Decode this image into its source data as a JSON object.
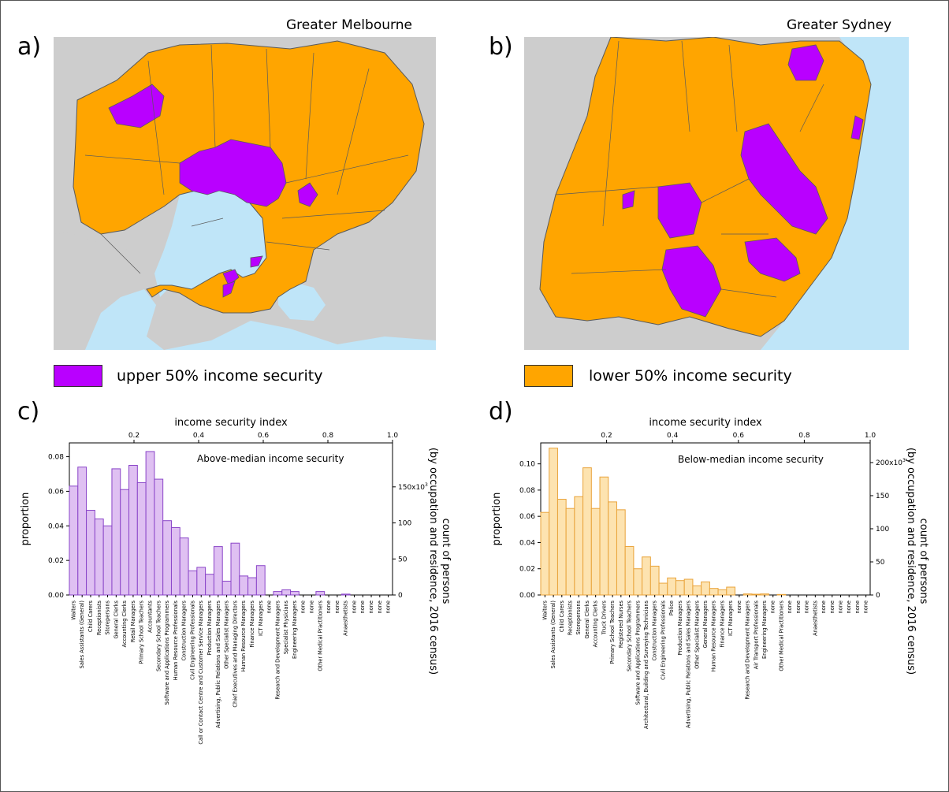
{
  "colors": {
    "upper": "#B900FF",
    "lower": "#FFA500",
    "upper_fill": "#DFC0F2",
    "upper_stroke": "#8A45C8",
    "lower_fill": "#FDE3B0",
    "lower_stroke": "#E9A33A",
    "water": "#BFE5F8",
    "land_bg": "#CDCDCD",
    "region_border": "#5A5A5A"
  },
  "panels": {
    "a": {
      "letter": "a)",
      "city": "Greater Melbourne"
    },
    "b": {
      "letter": "b)",
      "city": "Greater Sydney"
    },
    "c": {
      "letter": "c)"
    },
    "d": {
      "letter": "d)"
    }
  },
  "legend": {
    "upper_label": "upper 50% income security",
    "lower_label": "lower 50% income security"
  },
  "chart_data": [
    {
      "type": "bar",
      "panel": "c",
      "title": "Above-median income security",
      "top_axis_label": "income security index",
      "top_ticks": [
        "0.2",
        "0.4",
        "0.6",
        "0.8",
        "1.0"
      ],
      "top_tick_values": [
        0.2,
        0.4,
        0.6,
        0.8,
        1.0
      ],
      "ylabel": "proportion",
      "yticks": [
        "0.00",
        "0.02",
        "0.04",
        "0.06",
        "0.08"
      ],
      "ylim": [
        0,
        0.088
      ],
      "right_label_line1": "count of persons",
      "right_label_line2": "(by occupation and residence, 2016 census)",
      "right_ticks": [
        "0",
        "50",
        "100",
        "150x10³"
      ],
      "right_tick_values": [
        0,
        50,
        100,
        150
      ],
      "right_scale_per_unit": 0.000417,
      "categories": [
        "Waiters",
        "Sales Assistants (General)",
        "Child Carers",
        "Receptionists",
        "Storepersons",
        "General Clerks",
        "Accounting Clerks",
        "Retail Managers",
        "Primary School Teachers",
        "Accountants",
        "Secondary School Teachers",
        "Software and Applications Programmers",
        "Human Resource Professionals",
        "Construction Managers",
        "Civil Engineering Professionals",
        "Call or Contact Centre and Customer Service Managers",
        "Production Managers",
        "Advertising, Public Relations and Sales Managers",
        "Other Specialist Managers",
        "Chief Executives and Managing Directors",
        "Human Resource Managers",
        "Finance Managers",
        "ICT Managers",
        "none",
        "Research and Development Managers",
        "Specialist Physicians",
        "Engineering Managers",
        "none",
        "none",
        "Other Medical Practitioners",
        "none",
        "none",
        "Anaesthetists",
        "none",
        "none",
        "none",
        "none",
        "none"
      ],
      "values": [
        0.063,
        0.074,
        0.049,
        0.044,
        0.04,
        0.073,
        0.061,
        0.075,
        0.065,
        0.083,
        0.067,
        0.043,
        0.039,
        0.033,
        0.014,
        0.016,
        0.012,
        0.028,
        0.008,
        0.03,
        0.011,
        0.01,
        0.017,
        0,
        0.002,
        0.003,
        0.002,
        0,
        0,
        0.002,
        0,
        0,
        0.0005,
        0,
        0,
        0,
        0,
        0
      ]
    },
    {
      "type": "bar",
      "panel": "d",
      "title": "Below-median income security",
      "top_axis_label": "income security index",
      "top_ticks": [
        "0.2",
        "0.4",
        "0.6",
        "0.8",
        "1.0"
      ],
      "top_tick_values": [
        0.2,
        0.4,
        0.6,
        0.8,
        1.0
      ],
      "ylabel": "proportion",
      "yticks": [
        "0.00",
        "0.02",
        "0.04",
        "0.06",
        "0.08",
        "0.10"
      ],
      "ylim": [
        0,
        0.116
      ],
      "right_label_line1": "count of persons",
      "right_label_line2": "(by occupation and residence, 2016 census)",
      "right_ticks": [
        "0",
        "50",
        "100",
        "150",
        "200x10³"
      ],
      "right_tick_values": [
        0,
        50,
        100,
        150,
        200
      ],
      "right_scale_per_unit": 0.000505,
      "categories": [
        "Waiters",
        "Sales Assistants (General)",
        "Child Carers",
        "Receptionists",
        "Storepersons",
        "General Clerks",
        "Accounting Clerks",
        "Truck Drivers",
        "Primary School Teachers",
        "Registered Nurses",
        "Secondary School Teachers",
        "Software and Applications Programmers",
        "Architectural, Building and Surveying Technicians",
        "Construction Managers",
        "Civil Engineering Professionals",
        "Police",
        "Production Managers",
        "Advertising, Public Relations and Sales Managers",
        "Other Specialist Managers",
        "General Managers",
        "Human Resource Managers",
        "Finance Managers",
        "ICT Managers",
        "none",
        "Research and Development Managers",
        "Air Transport Professionals",
        "Engineering Managers",
        "none",
        "Other Medical Practitioners",
        "none",
        "none",
        "none",
        "Anaesthetists",
        "none",
        "none",
        "none",
        "none",
        "none",
        "none"
      ],
      "values": [
        0.063,
        0.112,
        0.073,
        0.066,
        0.075,
        0.097,
        0.066,
        0.09,
        0.071,
        0.065,
        0.037,
        0.02,
        0.029,
        0.022,
        0.009,
        0.013,
        0.011,
        0.012,
        0.007,
        0.01,
        0.005,
        0.004,
        0.006,
        0,
        0.0008,
        0.0006,
        0.0008,
        0,
        0.0004,
        0,
        0,
        0,
        0,
        0,
        0,
        0,
        0,
        0,
        0
      ]
    }
  ]
}
